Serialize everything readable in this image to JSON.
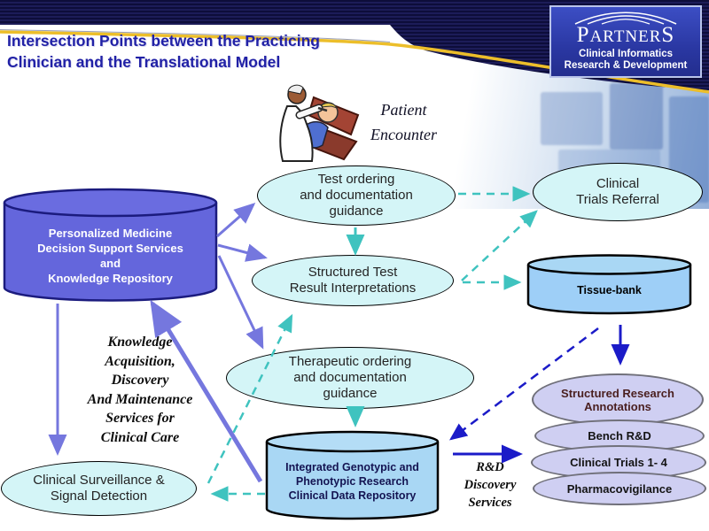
{
  "slide": {
    "title_line1": "Intersection Points between the Practicing",
    "title_line2": "Clinician and the Translational Model"
  },
  "logo": {
    "brand_p1": "P",
    "brand_p2": "ARTNER",
    "brand_p3": "S",
    "sub1": "Clinical Informatics",
    "sub2": "Research & Development"
  },
  "patient_encounter": {
    "line1": "Patient",
    "line2": "Encounter"
  },
  "nodes": {
    "personalized": {
      "lines": [
        "Personalized Medicine",
        "Decision Support Services",
        "and",
        "Knowledge Repository"
      ]
    },
    "test_ordering": {
      "lines": [
        "Test ordering",
        "and documentation",
        "guidance"
      ]
    },
    "clinical_trials_referral": {
      "lines": [
        "Clinical",
        "Trials Referral"
      ]
    },
    "structured_test": {
      "lines": [
        "Structured Test",
        "Result Interpretations"
      ]
    },
    "therapeutic": {
      "lines": [
        "Therapeutic ordering",
        "and documentation",
        "guidance"
      ]
    },
    "clinical_surveillance": {
      "lines": [
        "Clinical Surveillance &",
        "Signal Detection"
      ]
    },
    "tissue_bank": {
      "label": "Tissue-bank"
    },
    "integrated": {
      "lines": [
        "Integrated Genotypic and",
        "Phenotypic Research",
        "Clinical Data Repository"
      ]
    },
    "structured_research": {
      "lines": [
        "Structured Research",
        "Annotations"
      ]
    },
    "bench_rd": {
      "label": "Bench  R&D"
    },
    "clinical_trials_14": {
      "label": "Clinical Trials 1- 4"
    },
    "pharmacovigilance": {
      "label": "Pharmacovigilance"
    }
  },
  "annotations": {
    "knowledge": {
      "lines": [
        "Knowledge",
        "Acquisition,",
        "Discovery",
        "And Maintenance",
        "Services for",
        "Clinical Care"
      ]
    },
    "rd_discovery": {
      "lines": [
        "R&D",
        "Discovery",
        "Services"
      ]
    }
  },
  "colors": {
    "header_navy": "#0e0e3c",
    "gold_divider": "#ecbe2a",
    "title_blue": "#2121a6",
    "logo_blue": "#2a37a2",
    "cylinder_blue": "#6466dc",
    "light_cyan": "#d4f5f7",
    "light_blue": "#a9d7f4",
    "lavender": "#cfcff2",
    "arrow_purple": "#7577de",
    "arrow_teal": "#3fc3bf",
    "arrow_blue": "#1b1bc8"
  }
}
